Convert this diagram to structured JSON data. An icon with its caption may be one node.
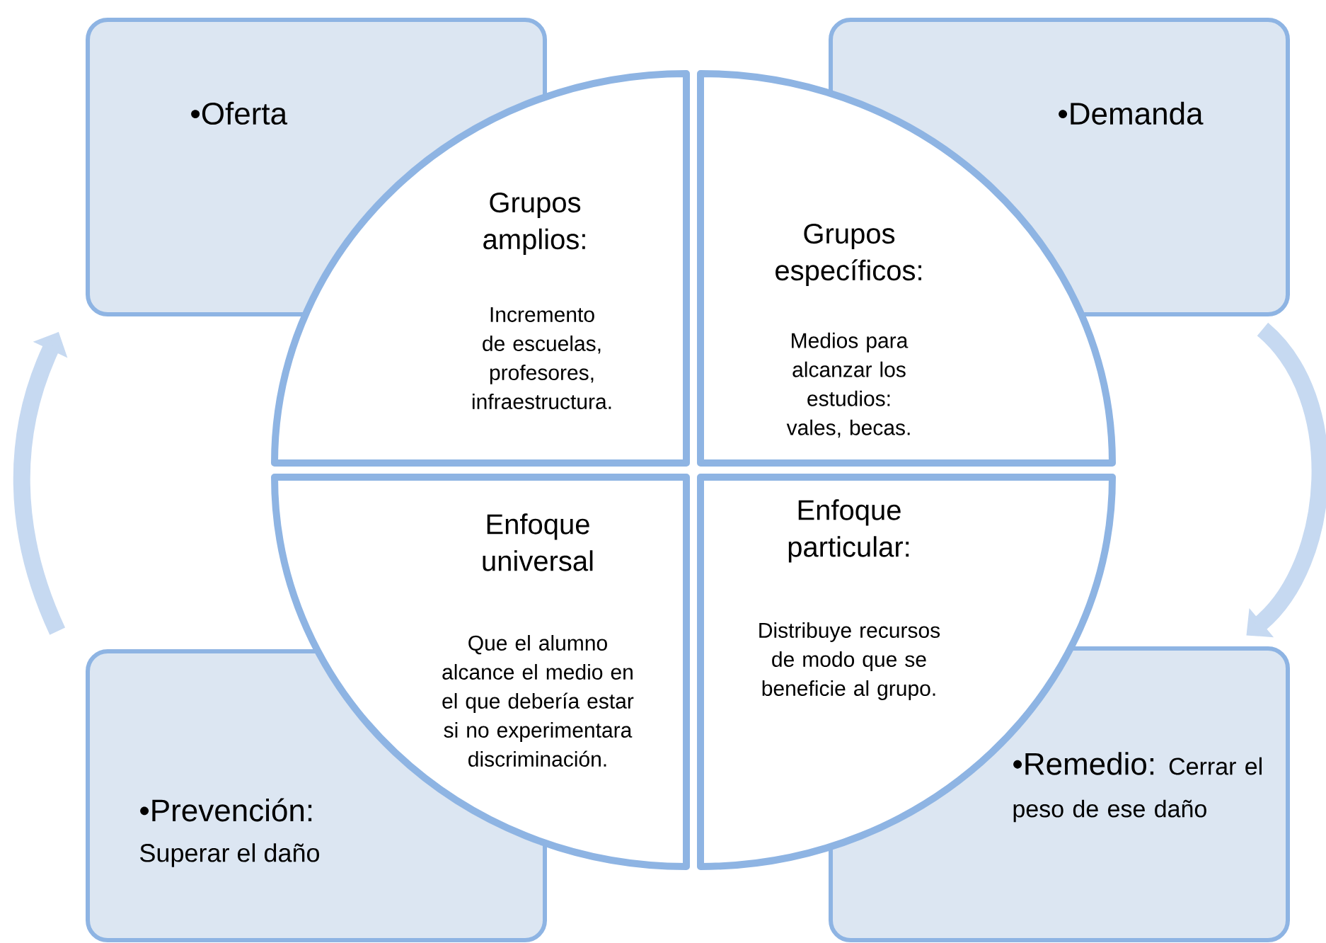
{
  "diagram": {
    "nodes": [
      {
        "text": [
          "•Oferta"
        ]
      },
      {
        "text": [
          "•Demanda"
        ]
      },
      {
        "text": [
          "•Prevención:",
          "Superar el daño"
        ]
      },
      {
        "text": [
          "•Remedio:",
          "Cerrar el peso de ese daño"
        ]
      },
      {
        "text": [
          "Grupos amplios:",
          "Incremento de escuelas, profesores, infraestructura."
        ]
      },
      {
        "text": [
          "Grupos específicos:",
          "Medios para alcanzar los estudios: vales, becas."
        ]
      },
      {
        "text": [
          "Enfoque universal",
          "Que el alumno alcance el medio en el que debería estar si no experimentara discriminación."
        ]
      },
      {
        "text": [
          "Enfoque particular:",
          "Distribuye recursos de modo que se beneficie al grupo."
        ]
      }
    ],
    "edges": [
      {
        "from": 2,
        "to": 0,
        "arrow": "to"
      },
      {
        "from": 1,
        "to": 3,
        "arrow": "to"
      }
    ]
  }
}
